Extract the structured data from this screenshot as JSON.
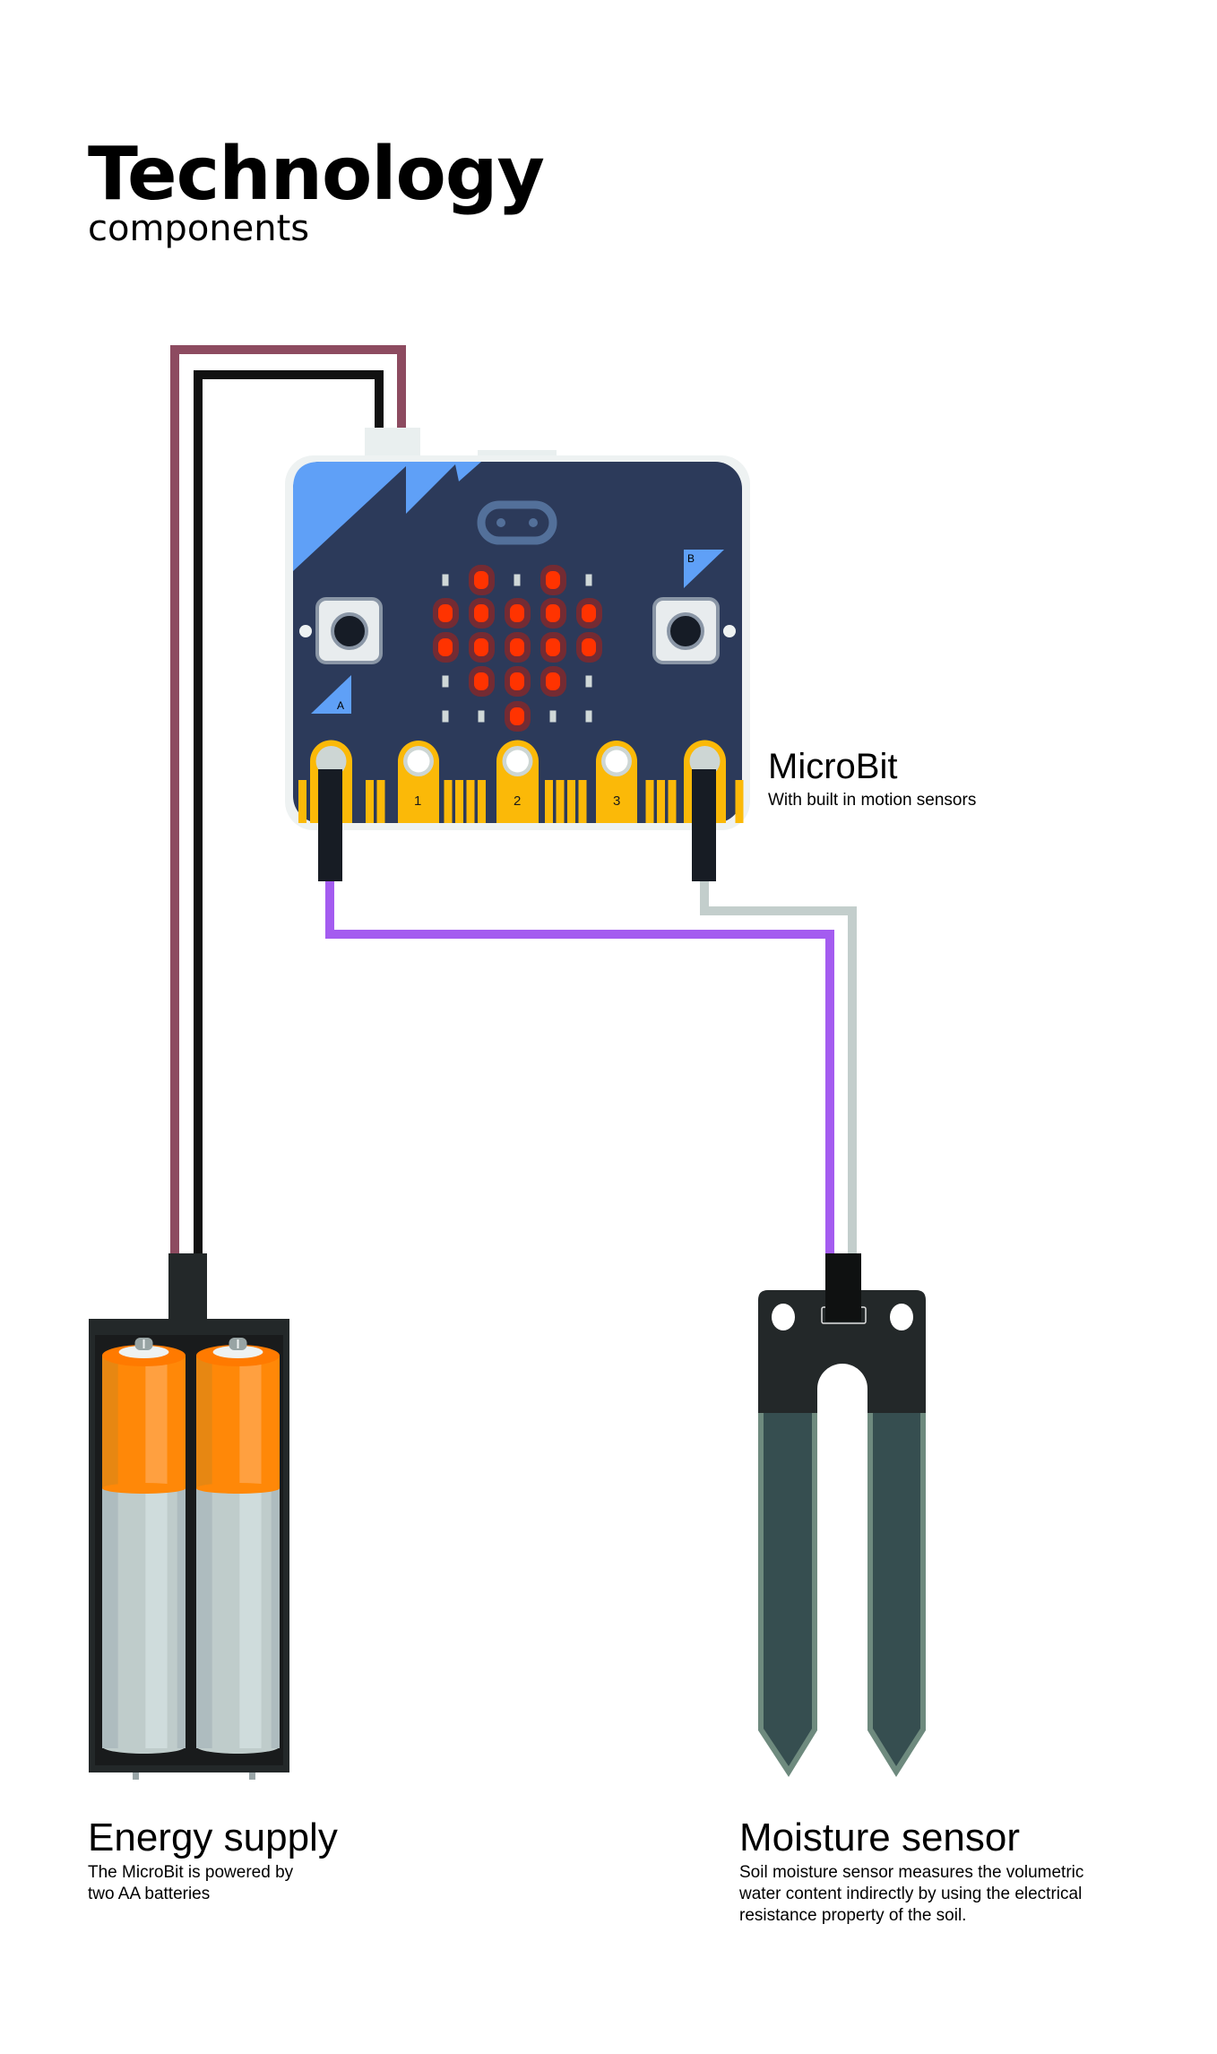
{
  "header": {
    "title": "Technology",
    "subtitle": "components"
  },
  "microbit": {
    "label": "MicroBit",
    "description": "With built in motion sensors",
    "button_a": "A",
    "button_b": "B",
    "pins": [
      "1",
      "2",
      "3"
    ],
    "led_matrix": [
      [
        0,
        1,
        0,
        1,
        0
      ],
      [
        1,
        1,
        1,
        1,
        1
      ],
      [
        1,
        1,
        1,
        1,
        1
      ],
      [
        0,
        1,
        1,
        1,
        0
      ],
      [
        0,
        0,
        1,
        0,
        0
      ]
    ]
  },
  "energy": {
    "label": "Energy supply",
    "description_lines": [
      "The MicroBit is powered by",
      "two AA batteries"
    ]
  },
  "sensor": {
    "label": "Moisture sensor",
    "description_lines": [
      "Soil moisture sensor measures the volumetric",
      "water content indirectly by using the electrical",
      "resistance property of the soil."
    ]
  },
  "colors": {
    "board": "#2c3a5a",
    "board_accent": "#5fa0f7",
    "gold": "#fbb908",
    "led_on": "#ff3300",
    "led_glow": "#742b33",
    "wire_red": "#8d4b60",
    "wire_black": "#111111",
    "wire_purple": "#a45cf0",
    "wire_gray": "#c3cecc"
  }
}
